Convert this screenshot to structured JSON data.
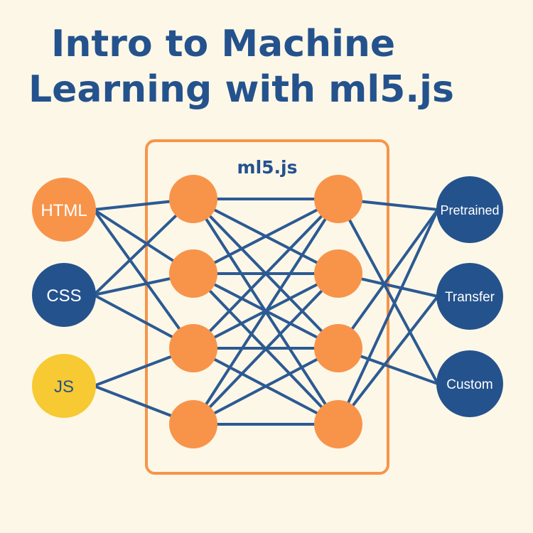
{
  "title": {
    "line1": "Intro to Machine",
    "line2": "Learning with ml5.js"
  },
  "library_box": {
    "label": "ml5.js"
  },
  "inputs": [
    {
      "label": "HTML",
      "color": "#f7944a",
      "text_color": "#ffffff"
    },
    {
      "label": "CSS",
      "color": "#24528d",
      "text_color": "#ffffff"
    },
    {
      "label": "JS",
      "color": "#f7c932",
      "text_color": "#24528d"
    }
  ],
  "outputs": [
    {
      "label": "Pretrained",
      "color": "#24528d",
      "text_color": "#ffffff"
    },
    {
      "label": "Transfer",
      "color": "#24528d",
      "text_color": "#ffffff"
    },
    {
      "label": "Custom",
      "color": "#24528d",
      "text_color": "#ffffff"
    }
  ],
  "colors": {
    "background": "#fdf7e7",
    "title": "#24528d",
    "edge": "#2c5a93",
    "hidden_node": "#f7944a",
    "box_border": "#f7944a"
  }
}
